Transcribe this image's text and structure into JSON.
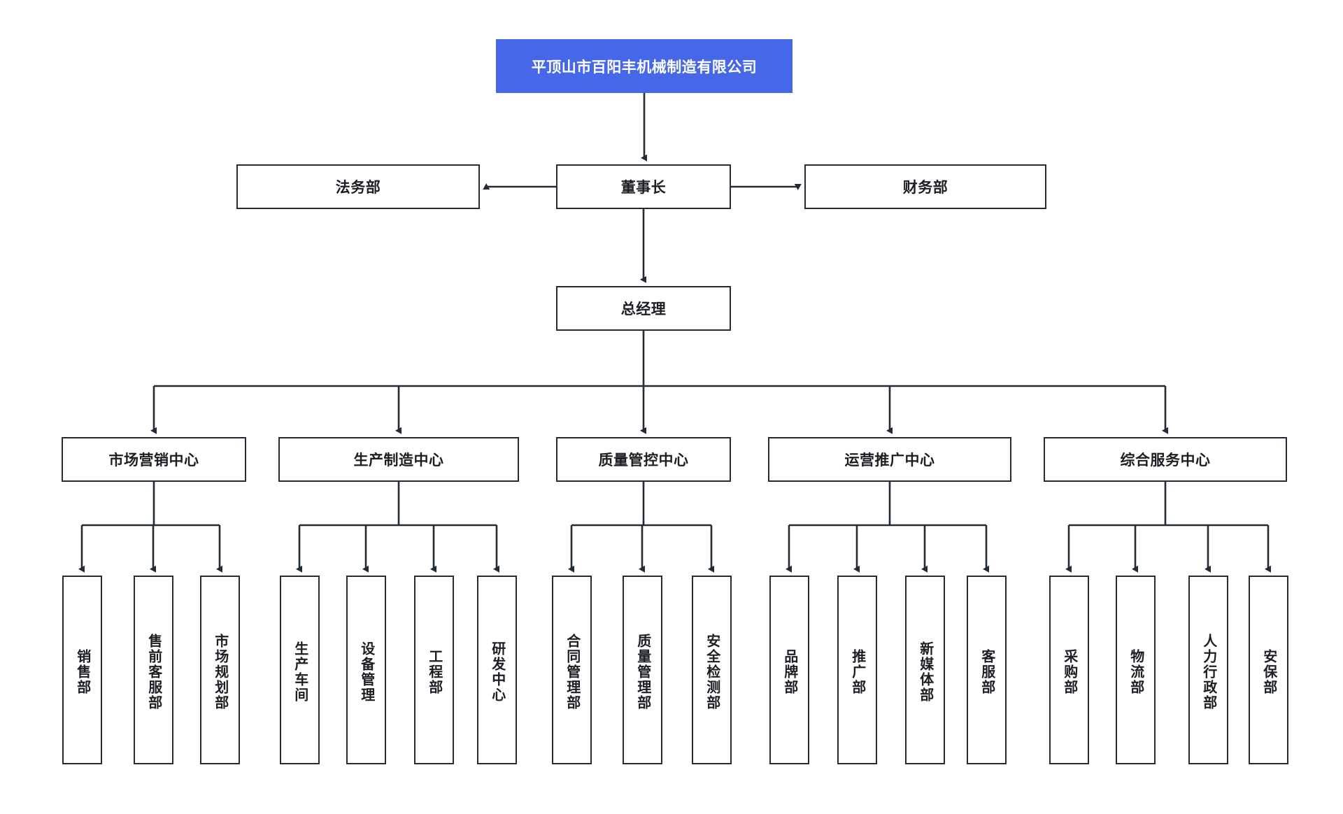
{
  "meta": {
    "title": "平顶山市百阳丰机械制造有限公司组织架构图",
    "accent_color": "#4567e8",
    "line_color": "#232b35",
    "background_color": "#ffffff"
  },
  "chart_data": {
    "type": "diagram",
    "subtype": "organizational-chart",
    "orientation": "top-down",
    "title": "平顶山市百阳丰机械制造有限公司",
    "levels": 4,
    "node_count": 27
  },
  "root": {
    "label": "平顶山市百阳丰机械制造有限公司"
  },
  "level2": {
    "left": {
      "label": "法务部"
    },
    "center": {
      "label": "董事长"
    },
    "right": {
      "label": "财务部"
    }
  },
  "level3": {
    "center": {
      "label": "总经理"
    }
  },
  "centers": [
    {
      "label": "市场营销中心",
      "children": [
        {
          "label": "销售部"
        },
        {
          "label": "售前客服部"
        },
        {
          "label": "市场规划部"
        }
      ]
    },
    {
      "label": "生产制造中心",
      "children": [
        {
          "label": "生产车间"
        },
        {
          "label": "设备管理"
        },
        {
          "label": "工程部"
        },
        {
          "label": "研发中心"
        }
      ]
    },
    {
      "label": "质量管控中心",
      "children": [
        {
          "label": "合同管理部"
        },
        {
          "label": "质量管理部"
        },
        {
          "label": "安全检测部"
        }
      ]
    },
    {
      "label": "运营推广中心",
      "children": [
        {
          "label": "品牌部"
        },
        {
          "label": "推广部"
        },
        {
          "label": "新媒体部"
        },
        {
          "label": "客服部"
        }
      ]
    },
    {
      "label": "综合服务中心",
      "children": [
        {
          "label": "采购部"
        },
        {
          "label": "物流部"
        },
        {
          "label": "人力行政部"
        },
        {
          "label": "安保部"
        }
      ]
    }
  ]
}
